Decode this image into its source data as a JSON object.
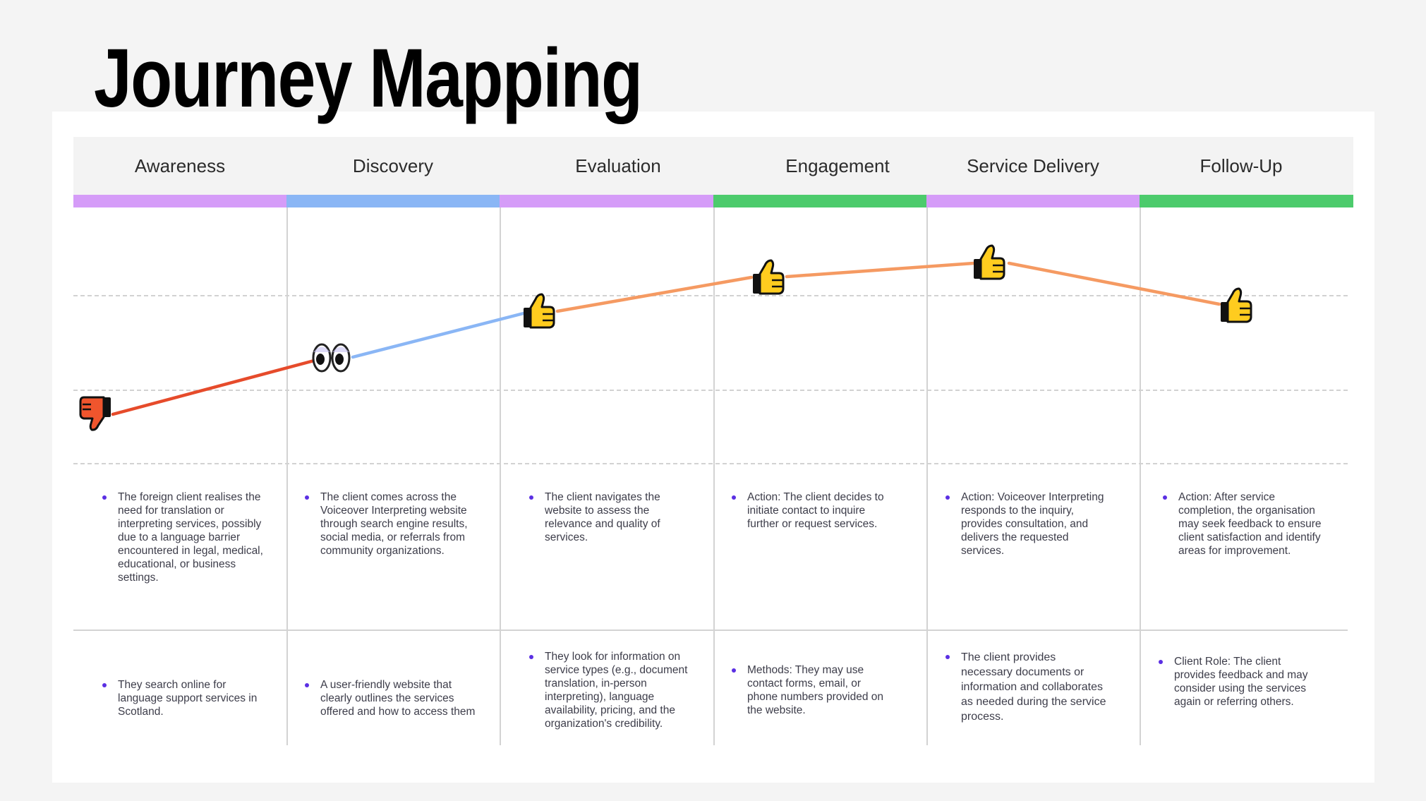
{
  "title": "Journey Mapping",
  "stages": [
    {
      "label": "Awareness",
      "color": "#d59cf8",
      "emotion": "thumbs-down",
      "line_color": "#e64b2b"
    },
    {
      "label": "Discovery",
      "color": "#8ab6f5",
      "emotion": "eyes",
      "line_color": "#8ab6f5"
    },
    {
      "label": "Evaluation",
      "color": "#d59cf8",
      "emotion": "thumbs-up",
      "line_color": "#f59a62"
    },
    {
      "label": "Engagement",
      "color": "#4ccb6c",
      "emotion": "thumbs-up",
      "line_color": "#f59a62"
    },
    {
      "label": "Service Delivery",
      "color": "#d59cf8",
      "emotion": "thumbs-up",
      "line_color": "#f59a62"
    },
    {
      "label": "Follow-Up",
      "color": "#4ccb6c",
      "emotion": "thumbs-up",
      "line_color": "#f59a62"
    }
  ],
  "row1": [
    "The foreign client realises the need for translation or interpreting services, possibly due to a language barrier encountered in legal, medical, educational, or business settings.",
    "The client comes across the Voiceover Interpreting website through search engine results, social media, or referrals from community organizations.",
    "The client navigates the website to assess the relevance and quality of services.",
    "Action: The client decides to initiate contact to inquire further or request services.",
    "Action: Voiceover Interpreting responds to the inquiry, provides consultation, and delivers the requested services.",
    "Action: After service completion, the organisation may seek feedback to ensure client satisfaction and identify areas for improvement."
  ],
  "row2": [
    "They search online for language support services in Scotland.",
    "A user-friendly website that clearly outlines the services offered and how to access them",
    "They look for information on service types (e.g., document translation, in-person interpreting), language availability, pricing, and the organization's credibility.",
    "Methods: They may use contact forms, email, or phone numbers provided on the website.",
    "The client provides necessary documents or information and collaborates as needed during the service process.",
    "Client Role: The client provides feedback and may consider using the services again or referring others."
  ]
}
